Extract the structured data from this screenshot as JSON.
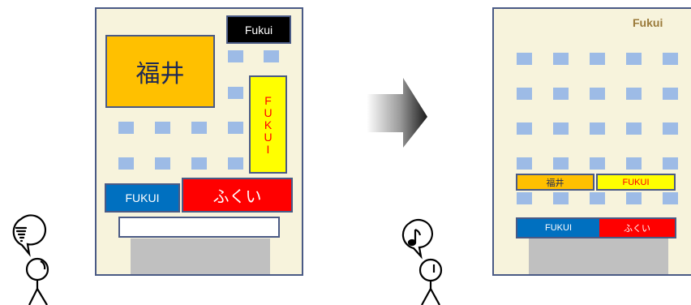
{
  "before": {
    "sign_small": "Fukui",
    "sign_kanji": "福井",
    "sign_vertical": "FUKUI",
    "sign_blue": "FUKUI",
    "sign_red": "ふくい",
    "sign_blank": ""
  },
  "after": {
    "sign_top": "Fukui",
    "sign_kanji": "福井",
    "sign_yellow": "FUKUI",
    "sign_blue": "FUKUI",
    "sign_red": "ふくい"
  },
  "colors": {
    "building_fill": "#f7f3dc",
    "building_border": "#4a5a85",
    "window": "#9dbbe6",
    "orange": "#ffc000",
    "yellow": "#ffff00",
    "blue": "#0070c0",
    "red": "#ff0000",
    "black": "#000000",
    "door": "#c0c0c0"
  },
  "icons": {
    "left_person_bubble": "tornado-icon",
    "right_person_bubble": "music-note-icon",
    "arrow": "arrow-right-icon"
  }
}
